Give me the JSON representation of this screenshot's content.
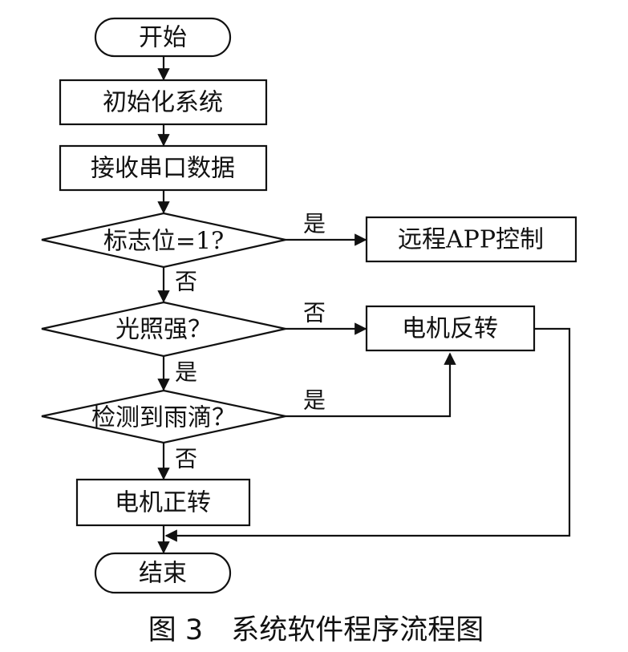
{
  "nodes": {
    "start": "开始",
    "init": "初始化系统",
    "receive": "接收串口数据",
    "flag_check": "标志位=1?",
    "remote": "远程APP控制",
    "light_check": "光照强？",
    "motor_reverse": "电机反转",
    "rain_check": "检测到雨滴？",
    "motor_forward": "电机正转",
    "end": "结束"
  },
  "edges": {
    "flag_yes": "是",
    "flag_no": "否",
    "light_no": "否",
    "light_yes": "是",
    "rain_yes": "是",
    "rain_no": "否"
  },
  "caption": "图 3　系统软件程序流程图"
}
